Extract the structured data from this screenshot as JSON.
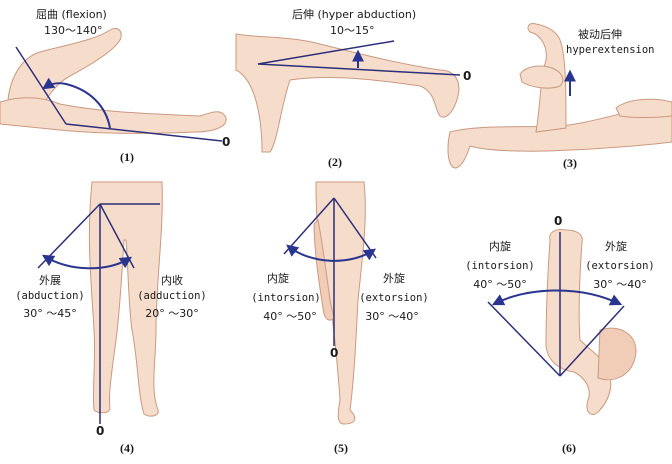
{
  "colors": {
    "skin": "#f6dccb",
    "skin_shadow": "#e8bfa6",
    "outline": "#c99a80",
    "line": "#2d2f7a",
    "arc": "#2a3590",
    "text": "#1a1a1a"
  },
  "panels": [
    {
      "number": "(1)",
      "name": "屈曲 (flexion)",
      "range": "130～140°",
      "zero": "0"
    },
    {
      "number": "(2)",
      "name": "后伸 (hyper abduction)",
      "range": "10～15°",
      "zero": "0"
    },
    {
      "number": "(3)",
      "name": "被动后伸",
      "name_en": "hyperextension"
    },
    {
      "number": "(4)",
      "zero": "0",
      "left": {
        "name": "外展",
        "term": "(abduction)",
        "range": "30°  ～45°"
      },
      "right": {
        "name": "内收",
        "term": "(adduction)",
        "range": "20°  ～30°"
      }
    },
    {
      "number": "(5)",
      "zero": "0",
      "left": {
        "name": "内旋",
        "term": "(intorsion)",
        "range": "40°  ～50°"
      },
      "right": {
        "name": "外旋",
        "term": "(extorsion)",
        "range": "30°  ～40°"
      }
    },
    {
      "number": "(6)",
      "zero": "0",
      "left": {
        "name": "内旋",
        "term": "(intorsion)",
        "range": "40°  ～50°"
      },
      "right": {
        "name": "外旋",
        "term": "(extorsion)",
        "range": "30°  ～40°"
      }
    }
  ]
}
